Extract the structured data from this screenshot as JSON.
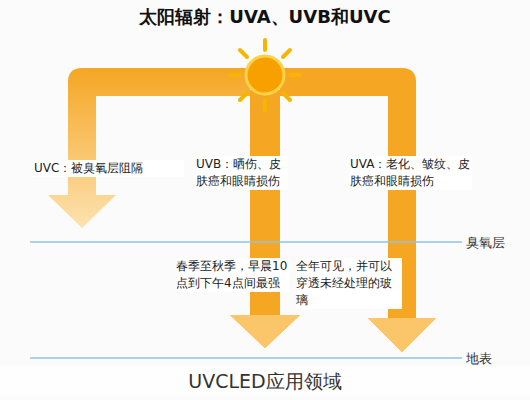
{
  "diagram": {
    "title": "太阳辐射：UVA、UVB和UVC",
    "caption": "UVCLED应用领域",
    "labels": [
      "UVC：被臭氧层阻隔",
      "UVB：晒伤、皮肤癌和眼睛损伤",
      "UVA：老化、皱纹、皮肤癌和眼睛损伤",
      "臭氧层",
      "春季至秋季，早晨10点到下午4点间最强",
      "全年可见，并可以穿透未经处理的玻璃",
      "地表"
    ]
  }
}
